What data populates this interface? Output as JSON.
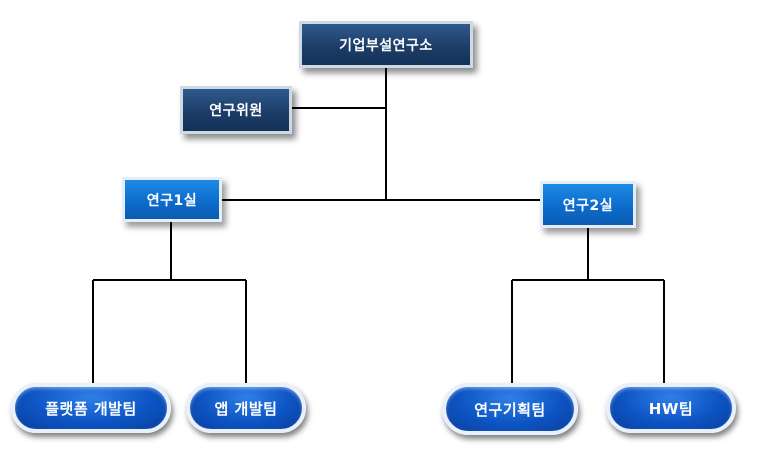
{
  "top": {
    "label": "기업부설연구소"
  },
  "advisor": {
    "label": "연구위원"
  },
  "lab1": {
    "label": "연구1실"
  },
  "lab2": {
    "label": "연구2실"
  },
  "teams": {
    "platform": "플랫폼 개발팀",
    "app": "앱 개발팀",
    "planning": "연구기획팀",
    "hw": "HW팀"
  },
  "colors": {
    "top_fill": "#1f4270",
    "lab_fill": "#0d6ccc",
    "team_fill": "#0d55c4",
    "connector": "#000000"
  }
}
